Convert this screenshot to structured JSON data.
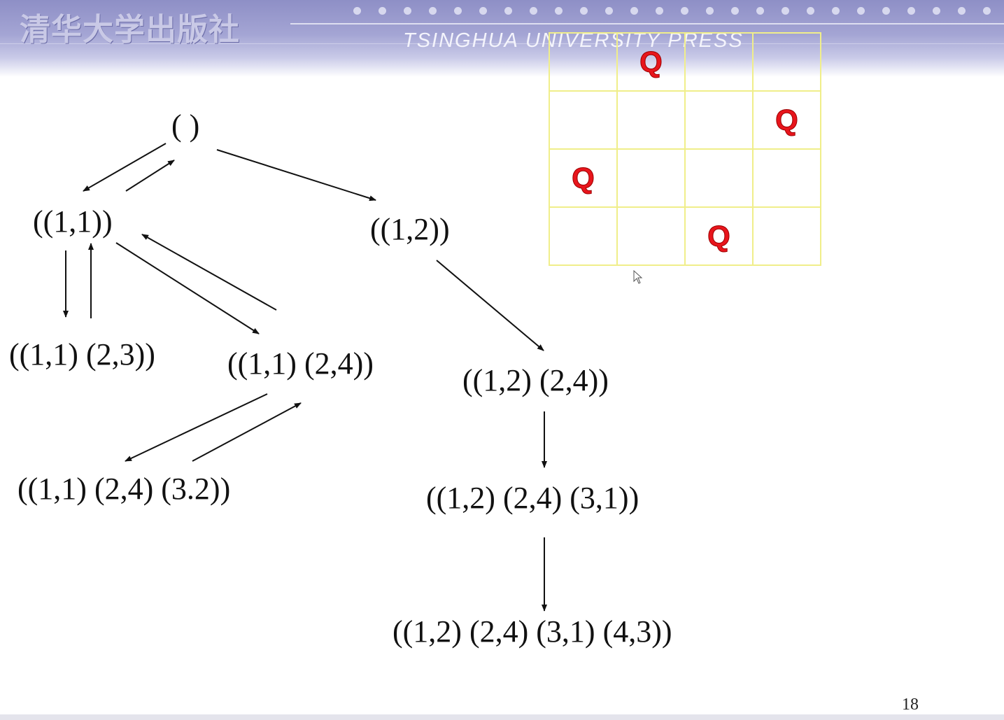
{
  "header": {
    "publisher_cn": "清华大学出版社",
    "publisher_en": "TSINGHUA UNIVERSITY PRESS"
  },
  "board": {
    "size": 4,
    "queen_symbol": "Q",
    "queens": [
      [
        1,
        2
      ],
      [
        2,
        4
      ],
      [
        3,
        1
      ],
      [
        4,
        3
      ]
    ],
    "grid_color": "#f0ee8a",
    "queen_color": "#e8151c"
  },
  "tree": {
    "root": "( )",
    "n11": "((1,1))",
    "n12": "((1,2))",
    "n11_23": "((1,1) (2,3))",
    "n11_24": "((1,1) (2,4))",
    "n11_24_32": "((1,1) (2,4) (3.2))",
    "n12_24": "((1,2) (2,4))",
    "n12_24_31": "((1,2) (2,4) (3,1))",
    "n12_24_31_43": "((1,2) (2,4) (3,1) (4,3))"
  },
  "page_number": "18"
}
